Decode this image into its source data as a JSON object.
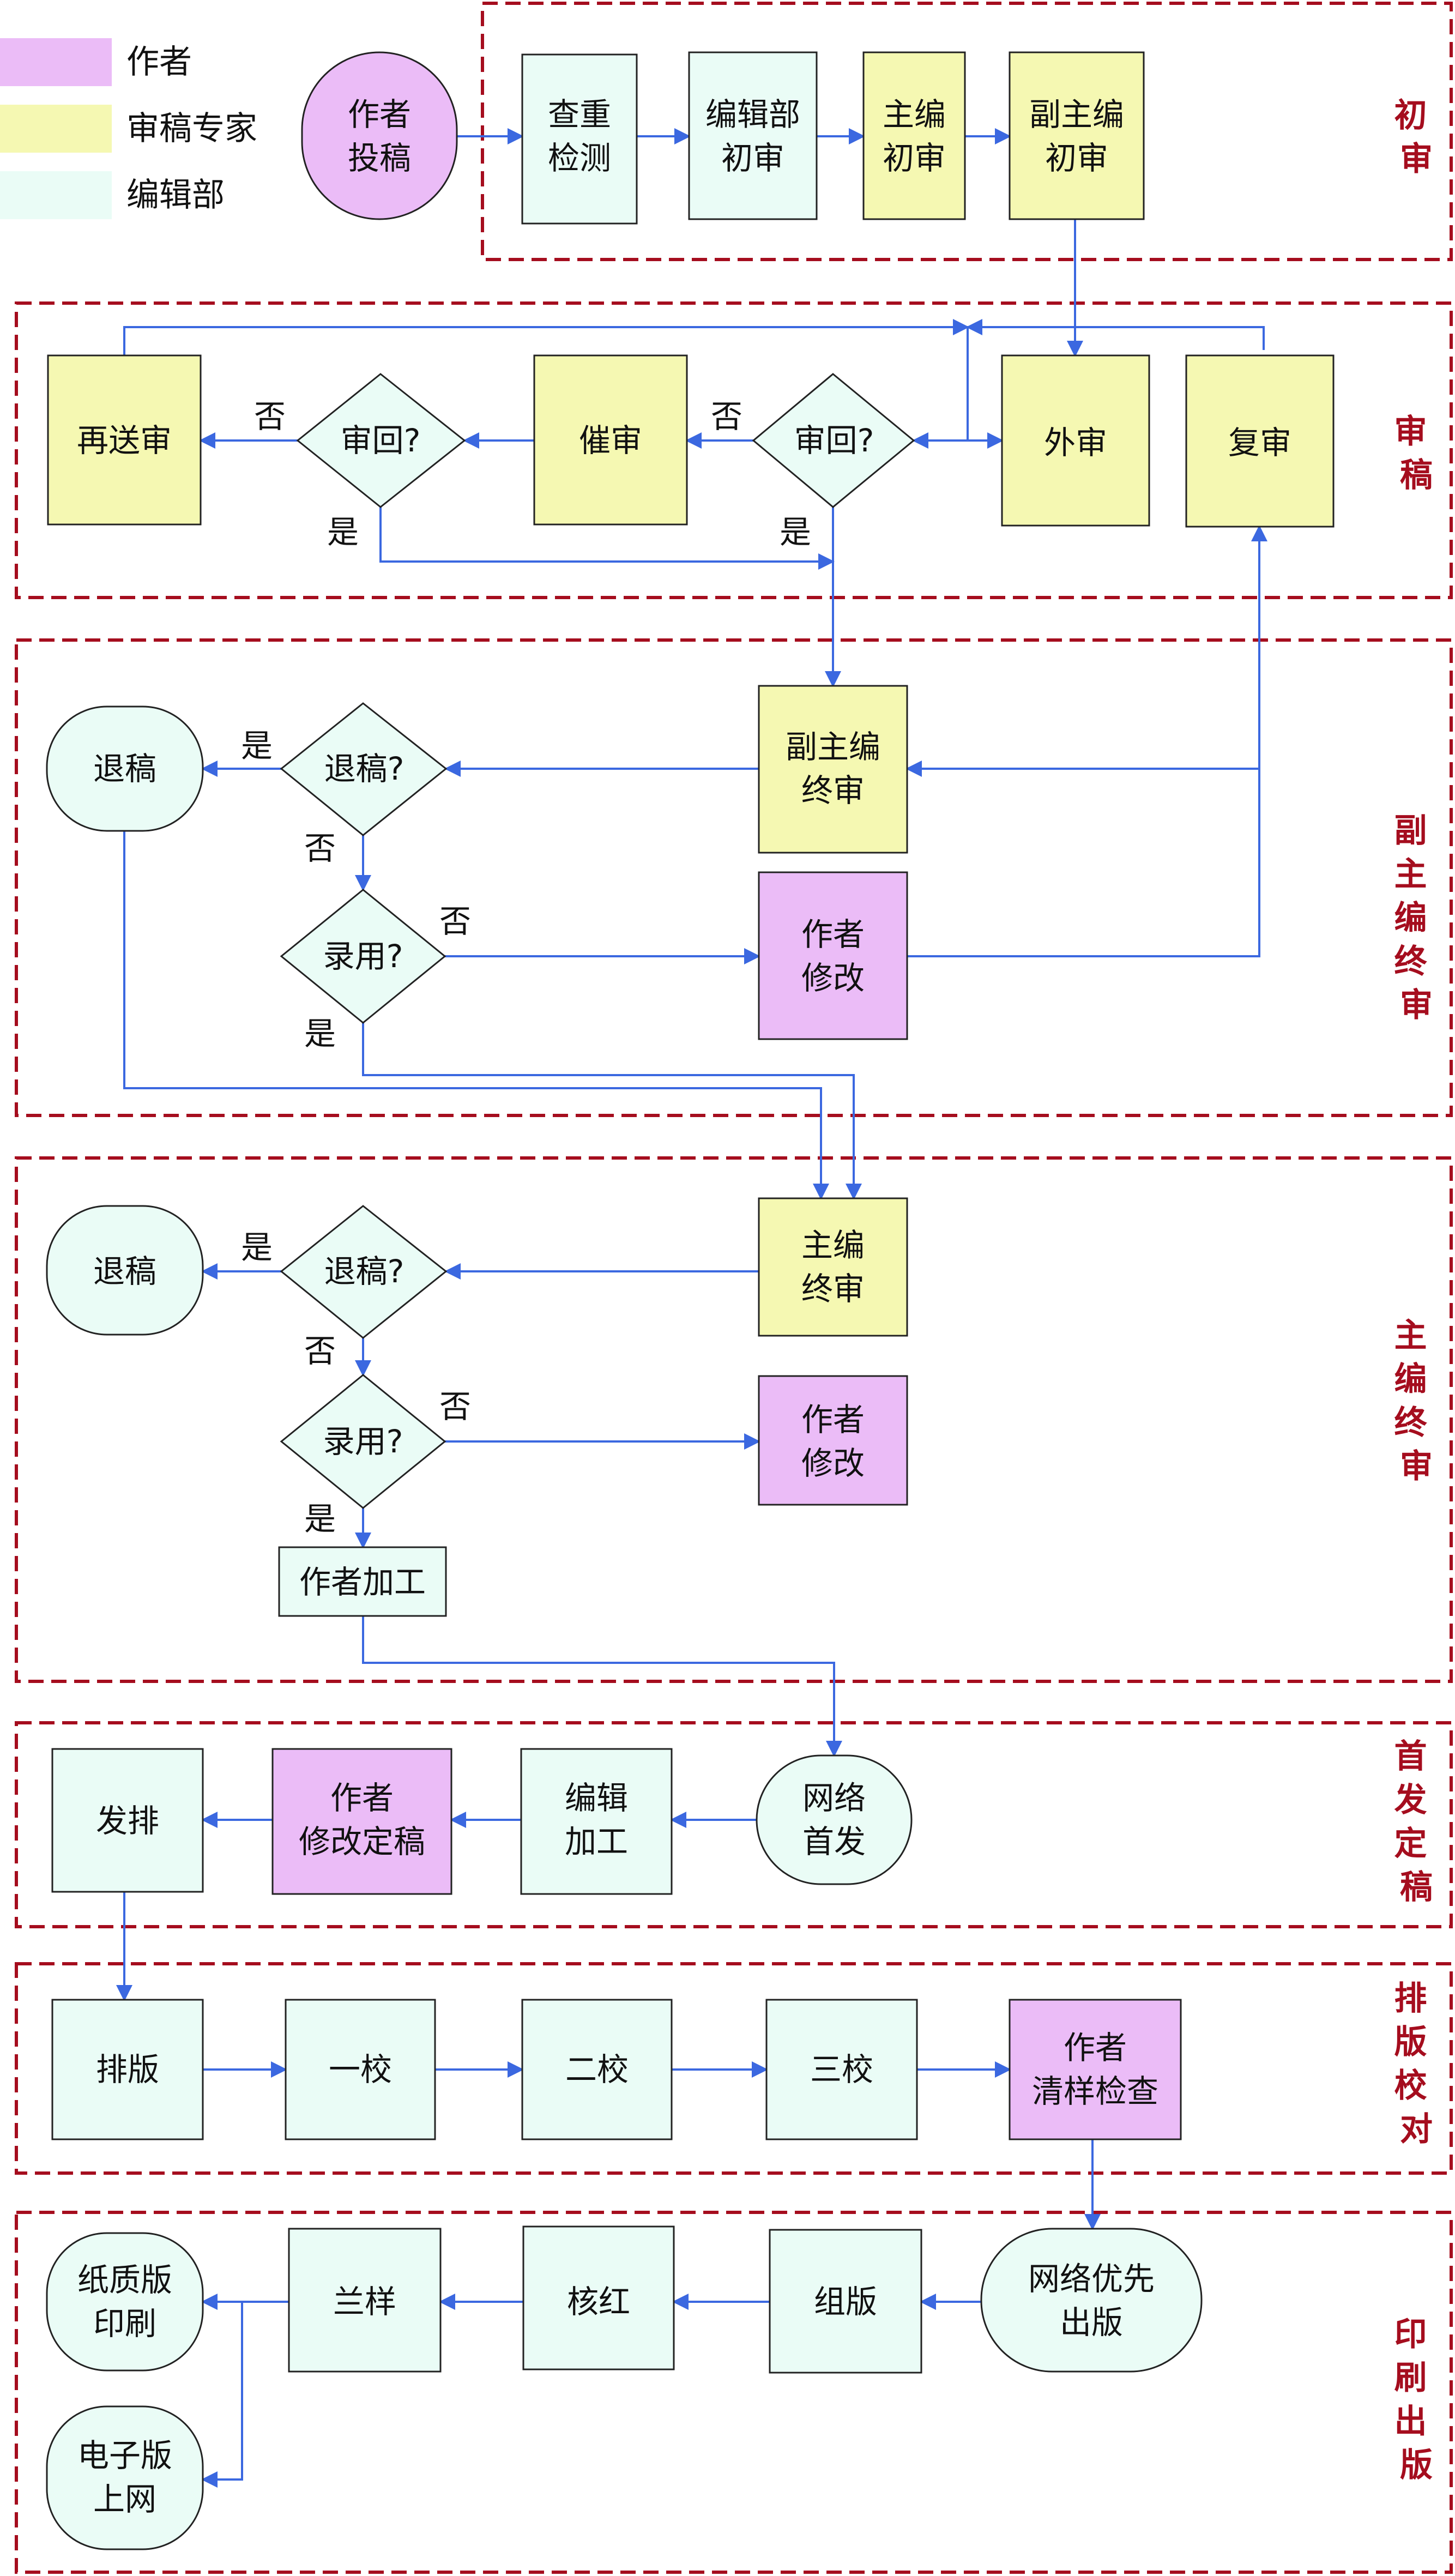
{
  "legend": {
    "author": {
      "label": "作者",
      "color": "#ebbcf7"
    },
    "expert": {
      "label": "审稿专家",
      "color": "#f5f8b2"
    },
    "editor": {
      "label": "编辑部",
      "color": "#eafcf6"
    }
  },
  "stages": {
    "s1": [
      "初",
      "审"
    ],
    "s2": [
      "审",
      "稿"
    ],
    "s3": [
      "副",
      "主",
      "编",
      "终",
      "审"
    ],
    "s4": [
      "主",
      "编",
      "终",
      "审"
    ],
    "s5": [
      "首",
      "发",
      "定",
      "稿"
    ],
    "s6": [
      "排",
      "版",
      "校",
      "对"
    ],
    "s7": [
      "印",
      "刷",
      "出",
      "版"
    ]
  },
  "nodes": {
    "submit": [
      "作者",
      "投稿"
    ],
    "check": [
      "查重",
      "检测"
    ],
    "ed_first": [
      "编辑部",
      "初审"
    ],
    "chief_first": [
      "主编",
      "初审"
    ],
    "deputy_first": [
      "副主编",
      "初审"
    ],
    "external": [
      "外审"
    ],
    "rereview": [
      "复审"
    ],
    "returned1": [
      "审回?"
    ],
    "urge": [
      "催审"
    ],
    "returned2": [
      "审回?"
    ],
    "resend": [
      "再送审"
    ],
    "deputy_final": [
      "副主编",
      "终审"
    ],
    "reject_q1": [
      "退稿?"
    ],
    "reject1": [
      "退稿"
    ],
    "accept_q1": [
      "录用?"
    ],
    "revise1": [
      "作者",
      "修改"
    ],
    "chief_final": [
      "主编",
      "终审"
    ],
    "reject_q2": [
      "退稿?"
    ],
    "reject2": [
      "退稿"
    ],
    "accept_q2": [
      "录用?"
    ],
    "revise2": [
      "作者",
      "修改"
    ],
    "author_process": [
      "作者加工"
    ],
    "online_first": [
      "网络",
      "首发"
    ],
    "edit_process": [
      "编辑",
      "加工"
    ],
    "author_final": [
      "作者",
      "修改定稿"
    ],
    "send_typeset": [
      "发排"
    ],
    "typeset": [
      "排版"
    ],
    "proof1": [
      "一校"
    ],
    "proof2": [
      "二校"
    ],
    "proof3": [
      "三校"
    ],
    "author_check": [
      "作者",
      "清样检查"
    ],
    "online_priority": [
      "网络优先",
      "出版"
    ],
    "compose": [
      "组版"
    ],
    "verify": [
      "核红"
    ],
    "blueprint": [
      "兰样"
    ],
    "print": [
      "纸质版",
      "印刷"
    ],
    "online": [
      "电子版",
      "上网"
    ]
  },
  "edge_labels": {
    "no": "否",
    "yes": "是"
  }
}
